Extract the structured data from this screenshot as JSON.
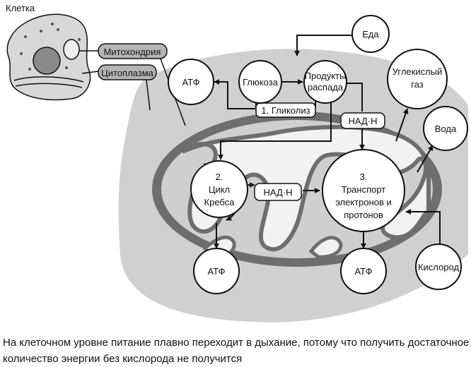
{
  "cell": {
    "title": "Клетка",
    "mitochondria_label": "Митохондрия",
    "cytoplasm_label": "Цитоплазма"
  },
  "nodes": {
    "food": "Еда",
    "glucose": "Глюкоза",
    "products_line1": "Продукты",
    "products_line2": "распада",
    "atp_top": "АТФ",
    "co2_line1": "Углекислый",
    "co2_line2": "газ",
    "water": "Вода",
    "krebs_line1": "2.",
    "krebs_line2": "Цикл",
    "krebs_line3": "Кребса",
    "transport_line1": "3.",
    "transport_line2": "Транспорт",
    "transport_line3": "электронов и",
    "transport_line4": "протонов",
    "atp_krebs": "АТФ",
    "atp_transport": "АТФ",
    "oxygen": "Кислород"
  },
  "labels": {
    "glycolysis": "1. Гликолиз",
    "nadh_upper": "НАД·Н",
    "nadh_middle": "НАД·Н"
  },
  "caption": "На клеточном уровне питание плавно переходит в дыхание, потому что получить достаточное количество энергии без кислорода не получится"
}
